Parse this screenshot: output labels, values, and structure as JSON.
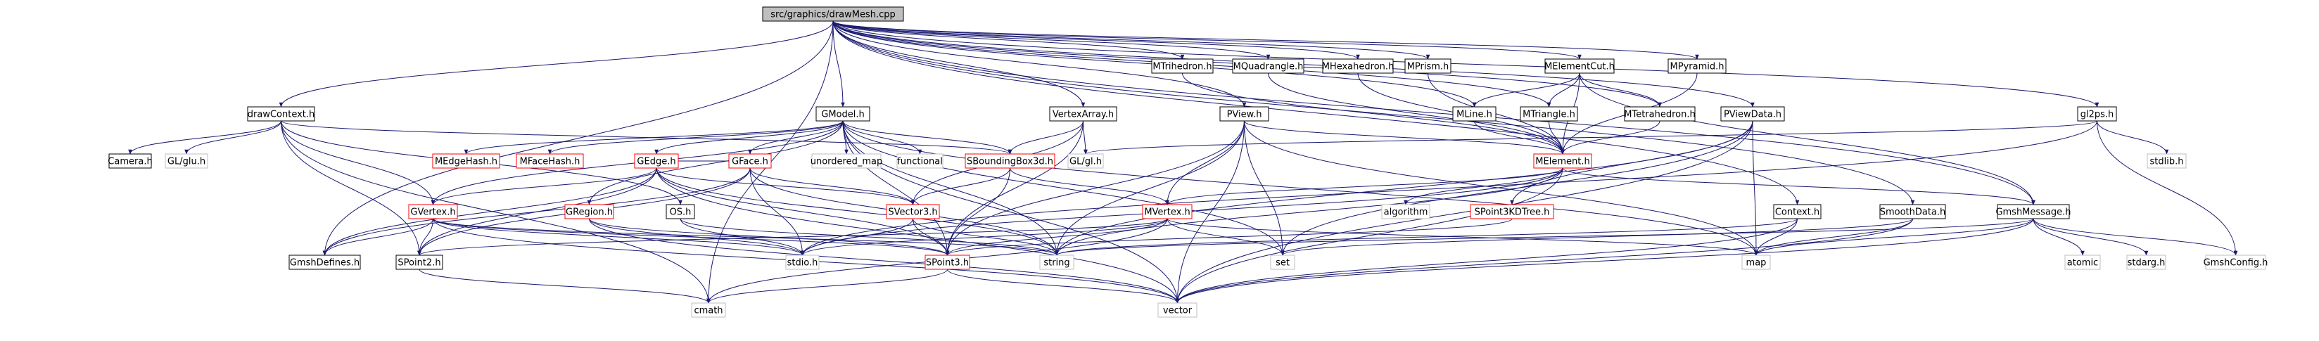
{
  "diagram": {
    "nodes": [
      {
        "id": "root",
        "label": "src/graphics/drawMesh.cpp",
        "style": "root"
      },
      {
        "id": "drawContext",
        "label": "drawContext.h",
        "style": "box"
      },
      {
        "id": "VertexArray",
        "label": "VertexArray.h",
        "style": "box"
      },
      {
        "id": "PView",
        "label": "PView.h",
        "style": "box"
      },
      {
        "id": "MTrihedron",
        "label": "MTrihedron.h",
        "style": "box"
      },
      {
        "id": "MQuadrangle",
        "label": "MQuadrangle.h",
        "style": "box"
      },
      {
        "id": "MHexahedron",
        "label": "MHexahedron.h",
        "style": "box"
      },
      {
        "id": "MPrism",
        "label": "MPrism.h",
        "style": "box"
      },
      {
        "id": "MElementCut",
        "label": "MElementCut.h",
        "style": "box"
      },
      {
        "id": "MPyramid",
        "label": "MPyramid.h",
        "style": "box"
      },
      {
        "id": "gl2ps",
        "label": "gl2ps.h",
        "style": "box"
      },
      {
        "id": "GModel",
        "label": "GModel.h",
        "style": "box"
      },
      {
        "id": "MLine",
        "label": "MLine.h",
        "style": "box"
      },
      {
        "id": "MTriangle",
        "label": "MTriangle.h",
        "style": "box"
      },
      {
        "id": "MTetrahedron",
        "label": "MTetrahedron.h",
        "style": "box"
      },
      {
        "id": "PViewData",
        "label": "PViewData.h",
        "style": "box"
      },
      {
        "id": "Camera",
        "label": "Camera.h",
        "style": "box"
      },
      {
        "id": "GLglu",
        "label": "GL/glu.h",
        "style": "plain"
      },
      {
        "id": "MEdgeHash",
        "label": "MEdgeHash.h",
        "style": "redbox"
      },
      {
        "id": "MFaceHash",
        "label": "MFaceHash.h",
        "style": "redbox"
      },
      {
        "id": "GEdge",
        "label": "GEdge.h",
        "style": "redbox"
      },
      {
        "id": "GFace",
        "label": "GFace.h",
        "style": "redbox"
      },
      {
        "id": "unordered_map",
        "label": "unordered_map",
        "style": "plain"
      },
      {
        "id": "functional",
        "label": "functional",
        "style": "plain"
      },
      {
        "id": "SBoundingBox3d",
        "label": "SBoundingBox3d.h",
        "style": "redbox"
      },
      {
        "id": "GLgl",
        "label": "GL/gl.h",
        "style": "plain"
      },
      {
        "id": "MElement",
        "label": "MElement.h",
        "style": "redbox"
      },
      {
        "id": "stdlib",
        "label": "stdlib.h",
        "style": "plain"
      },
      {
        "id": "OS",
        "label": "OS.h",
        "style": "box"
      },
      {
        "id": "GVertex",
        "label": "GVertex.h",
        "style": "redbox"
      },
      {
        "id": "GRegion",
        "label": "GRegion.h",
        "style": "redbox"
      },
      {
        "id": "SVector3",
        "label": "SVector3.h",
        "style": "redbox"
      },
      {
        "id": "MVertex",
        "label": "MVertex.h",
        "style": "redbox"
      },
      {
        "id": "algorithm",
        "label": "algorithm",
        "style": "plain"
      },
      {
        "id": "SPoint3KDTree",
        "label": "SPoint3KDTree.h",
        "style": "redbox"
      },
      {
        "id": "Context",
        "label": "Context.h",
        "style": "box"
      },
      {
        "id": "SmoothData",
        "label": "SmoothData.h",
        "style": "box"
      },
      {
        "id": "GmshMessage",
        "label": "GmshMessage.h",
        "style": "box"
      },
      {
        "id": "GmshDefines",
        "label": "GmshDefines.h",
        "style": "box"
      },
      {
        "id": "SPoint2",
        "label": "SPoint2.h",
        "style": "box"
      },
      {
        "id": "stdio",
        "label": "stdio.h",
        "style": "plain"
      },
      {
        "id": "SPoint3",
        "label": "SPoint3.h",
        "style": "redbox"
      },
      {
        "id": "string",
        "label": "string",
        "style": "plain"
      },
      {
        "id": "set",
        "label": "set",
        "style": "plain"
      },
      {
        "id": "map",
        "label": "map",
        "style": "plain"
      },
      {
        "id": "atomic",
        "label": "atomic",
        "style": "plain"
      },
      {
        "id": "stdarg",
        "label": "stdarg.h",
        "style": "plain"
      },
      {
        "id": "GmshConfig",
        "label": "GmshConfig.h",
        "style": "plain"
      },
      {
        "id": "cmath",
        "label": "cmath",
        "style": "plain"
      },
      {
        "id": "vector",
        "label": "vector",
        "style": "plain"
      }
    ],
    "edges": [
      [
        "root",
        "drawContext"
      ],
      [
        "root",
        "VertexArray"
      ],
      [
        "root",
        "PView"
      ],
      [
        "root",
        "MTrihedron"
      ],
      [
        "root",
        "MQuadrangle"
      ],
      [
        "root",
        "MHexahedron"
      ],
      [
        "root",
        "MPrism"
      ],
      [
        "root",
        "MElementCut"
      ],
      [
        "root",
        "MPyramid"
      ],
      [
        "root",
        "gl2ps"
      ],
      [
        "root",
        "GModel"
      ],
      [
        "root",
        "MLine"
      ],
      [
        "root",
        "MTriangle"
      ],
      [
        "root",
        "MTetrahedron"
      ],
      [
        "root",
        "PViewData"
      ],
      [
        "root",
        "Context"
      ],
      [
        "root",
        "SmoothData"
      ],
      [
        "root",
        "GmshMessage"
      ],
      [
        "root",
        "GmshDefines"
      ],
      [
        "root",
        "cmath"
      ],
      [
        "drawContext",
        "Camera"
      ],
      [
        "drawContext",
        "GLglu"
      ],
      [
        "drawContext",
        "SBoundingBox3d"
      ],
      [
        "drawContext",
        "GVertex"
      ],
      [
        "drawContext",
        "SPoint2"
      ],
      [
        "drawContext",
        "cmath"
      ],
      [
        "drawContext",
        "OS"
      ],
      [
        "GModel",
        "MEdgeHash"
      ],
      [
        "GModel",
        "MFaceHash"
      ],
      [
        "GModel",
        "GEdge"
      ],
      [
        "GModel",
        "GFace"
      ],
      [
        "GModel",
        "unordered_map"
      ],
      [
        "GModel",
        "functional"
      ],
      [
        "GModel",
        "SBoundingBox3d"
      ],
      [
        "GModel",
        "GVertex"
      ],
      [
        "GModel",
        "GRegion"
      ],
      [
        "GModel",
        "SPoint3"
      ],
      [
        "GModel",
        "string"
      ],
      [
        "GModel",
        "set"
      ],
      [
        "GModel",
        "vector"
      ],
      [
        "GModel",
        "map"
      ],
      [
        "VertexArray",
        "SVector3"
      ],
      [
        "VertexArray",
        "SBoundingBox3d"
      ],
      [
        "VertexArray",
        "GLgl"
      ],
      [
        "VertexArray",
        "SPoint3"
      ],
      [
        "PView",
        "MVertex"
      ],
      [
        "PView",
        "SPoint3"
      ],
      [
        "PView",
        "string"
      ],
      [
        "PView",
        "set"
      ],
      [
        "PView",
        "map"
      ],
      [
        "PView",
        "vector"
      ],
      [
        "PView",
        "MElement"
      ],
      [
        "MTrihedron",
        "MElement"
      ],
      [
        "MQuadrangle",
        "MElement"
      ],
      [
        "MHexahedron",
        "MElement"
      ],
      [
        "MPrism",
        "MElement"
      ],
      [
        "MElementCut",
        "MLine"
      ],
      [
        "MElementCut",
        "MTriangle"
      ],
      [
        "MElementCut",
        "MTetrahedron"
      ],
      [
        "MElementCut",
        "MElement"
      ],
      [
        "MElementCut",
        "GmshMessage"
      ],
      [
        "MPyramid",
        "MElement"
      ],
      [
        "MLine",
        "MElement"
      ],
      [
        "MTriangle",
        "MElement"
      ],
      [
        "MTetrahedron",
        "MElement"
      ],
      [
        "PViewData",
        "SPoint3KDTree"
      ],
      [
        "PViewData",
        "string"
      ],
      [
        "PViewData",
        "set"
      ],
      [
        "PViewData",
        "map"
      ],
      [
        "PViewData",
        "vector"
      ],
      [
        "gl2ps",
        "stdlib"
      ],
      [
        "gl2ps",
        "GmshConfig"
      ],
      [
        "gl2ps",
        "GLgl"
      ],
      [
        "gl2ps",
        "stdio"
      ],
      [
        "MElement",
        "algorithm"
      ],
      [
        "MElement",
        "string"
      ],
      [
        "MElement",
        "MVertex"
      ],
      [
        "MElement",
        "GmshMessage"
      ],
      [
        "MElement",
        "vector"
      ],
      [
        "MElement",
        "stdio"
      ],
      [
        "GEdge",
        "GVertex"
      ],
      [
        "GEdge",
        "SVector3"
      ],
      [
        "GEdge",
        "GmshDefines"
      ],
      [
        "GEdge",
        "SPoint2"
      ],
      [
        "GEdge",
        "string"
      ],
      [
        "GEdge",
        "vector"
      ],
      [
        "GEdge",
        "SPoint3"
      ],
      [
        "GFace",
        "GEdge"
      ],
      [
        "GFace",
        "GmshDefines"
      ],
      [
        "GFace",
        "SPoint2"
      ],
      [
        "GFace",
        "SVector3"
      ],
      [
        "GFace",
        "stdio"
      ],
      [
        "GFace",
        "string"
      ],
      [
        "SBoundingBox3d",
        "SVector3"
      ],
      [
        "SBoundingBox3d",
        "SPoint3"
      ],
      [
        "SBoundingBox3d",
        "MVertex"
      ],
      [
        "GVertex",
        "GmshDefines"
      ],
      [
        "GVertex",
        "SPoint2"
      ],
      [
        "GVertex",
        "stdio"
      ],
      [
        "GVertex",
        "string"
      ],
      [
        "GVertex",
        "vector"
      ],
      [
        "GVertex",
        "SPoint3"
      ],
      [
        "GRegion",
        "stdio"
      ],
      [
        "GRegion",
        "vector"
      ],
      [
        "GRegion",
        "SPoint3"
      ],
      [
        "SVector3",
        "SPoint3"
      ],
      [
        "SVector3",
        "stdio"
      ],
      [
        "SVector3",
        "string"
      ],
      [
        "MVertex",
        "SPoint2"
      ],
      [
        "MVertex",
        "SPoint3"
      ],
      [
        "MVertex",
        "stdio"
      ],
      [
        "MVertex",
        "set"
      ],
      [
        "MVertex",
        "map"
      ],
      [
        "MVertex",
        "cmath"
      ],
      [
        "OS",
        "stdio"
      ],
      [
        "OS",
        "string"
      ],
      [
        "SPoint3KDTree",
        "SPoint3"
      ],
      [
        "Context",
        "string"
      ],
      [
        "Context",
        "map"
      ],
      [
        "Context",
        "vector"
      ],
      [
        "SmoothData",
        "set"
      ],
      [
        "SmoothData",
        "map"
      ],
      [
        "SmoothData",
        "vector"
      ],
      [
        "GmshMessage",
        "map"
      ],
      [
        "GmshMessage",
        "atomic"
      ],
      [
        "GmshMessage",
        "stdarg"
      ],
      [
        "GmshMessage",
        "GmshConfig"
      ],
      [
        "GmshMessage",
        "vector"
      ],
      [
        "GmshMessage",
        "string"
      ],
      [
        "SPoint2",
        "cmath"
      ],
      [
        "SPoint3",
        "cmath"
      ],
      [
        "SPoint3",
        "vector"
      ]
    ],
    "colors": {
      "edge": "#191970",
      "root_fill": "#bfbfbf",
      "box_border": "#000000",
      "redbox_border": "#ff0000",
      "background": "#ffffff"
    }
  }
}
